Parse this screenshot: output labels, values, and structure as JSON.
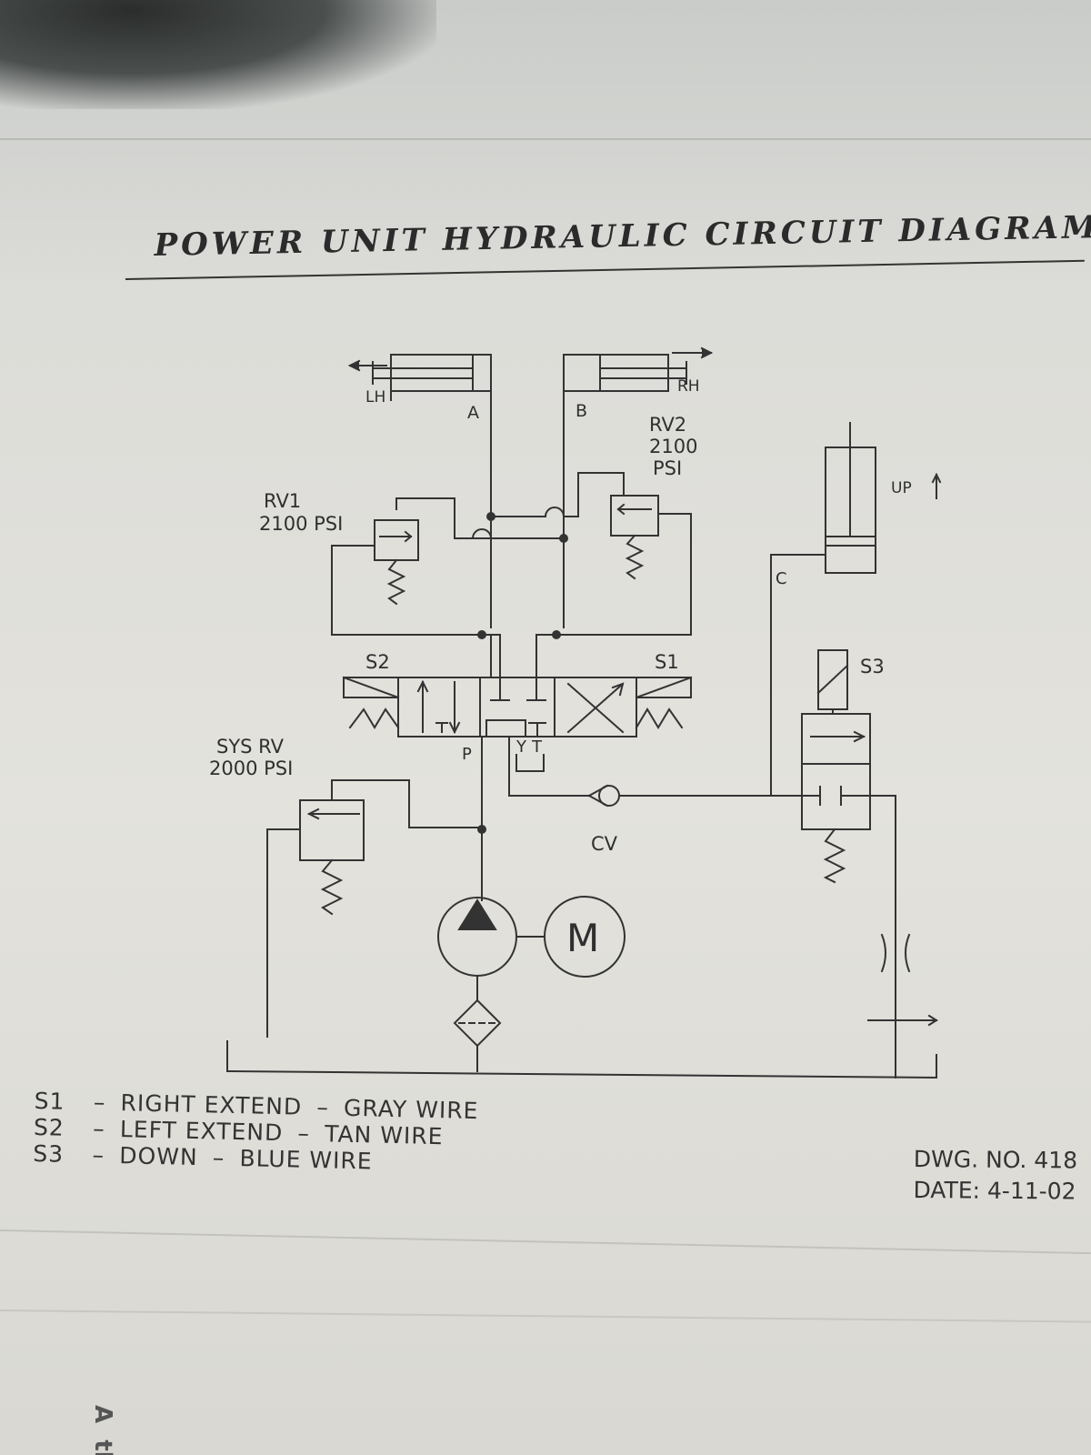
{
  "title": "POWER UNIT HYDRAULIC CIRCUIT DIAGRAM",
  "labels": {
    "lh": "LH",
    "rh": "RH",
    "port_a": "A",
    "port_b": "B",
    "port_c": "C",
    "rv1_name": "RV1",
    "rv1_pressure": "2100 PSI",
    "rv2_name": "RV2",
    "rv2_line2": "2100",
    "rv2_line3": "PSI",
    "up": "UP",
    "s1": "S1",
    "s2": "S2",
    "s3": "S3",
    "sys_rv_name": "SYS RV",
    "sys_rv_pressure": "2000 PSI",
    "port_p": "P",
    "port_y": "Y",
    "port_t": "T",
    "cv": "CV",
    "motor": "M"
  },
  "legend": [
    {
      "code": "S1",
      "sep": "–",
      "function": "RIGHT EXTEND",
      "wire": "GRAY WIRE"
    },
    {
      "code": "S2",
      "sep": "–",
      "function": "LEFT EXTEND",
      "wire": "TAN WIRE"
    },
    {
      "code": "S3",
      "sep": "–",
      "function": "DOWN",
      "wire": "BLUE WIRE"
    }
  ],
  "drawing": {
    "number": "DWG. NO. 418",
    "date": "DATE: 4-11-02"
  },
  "corner_text": "A  th"
}
